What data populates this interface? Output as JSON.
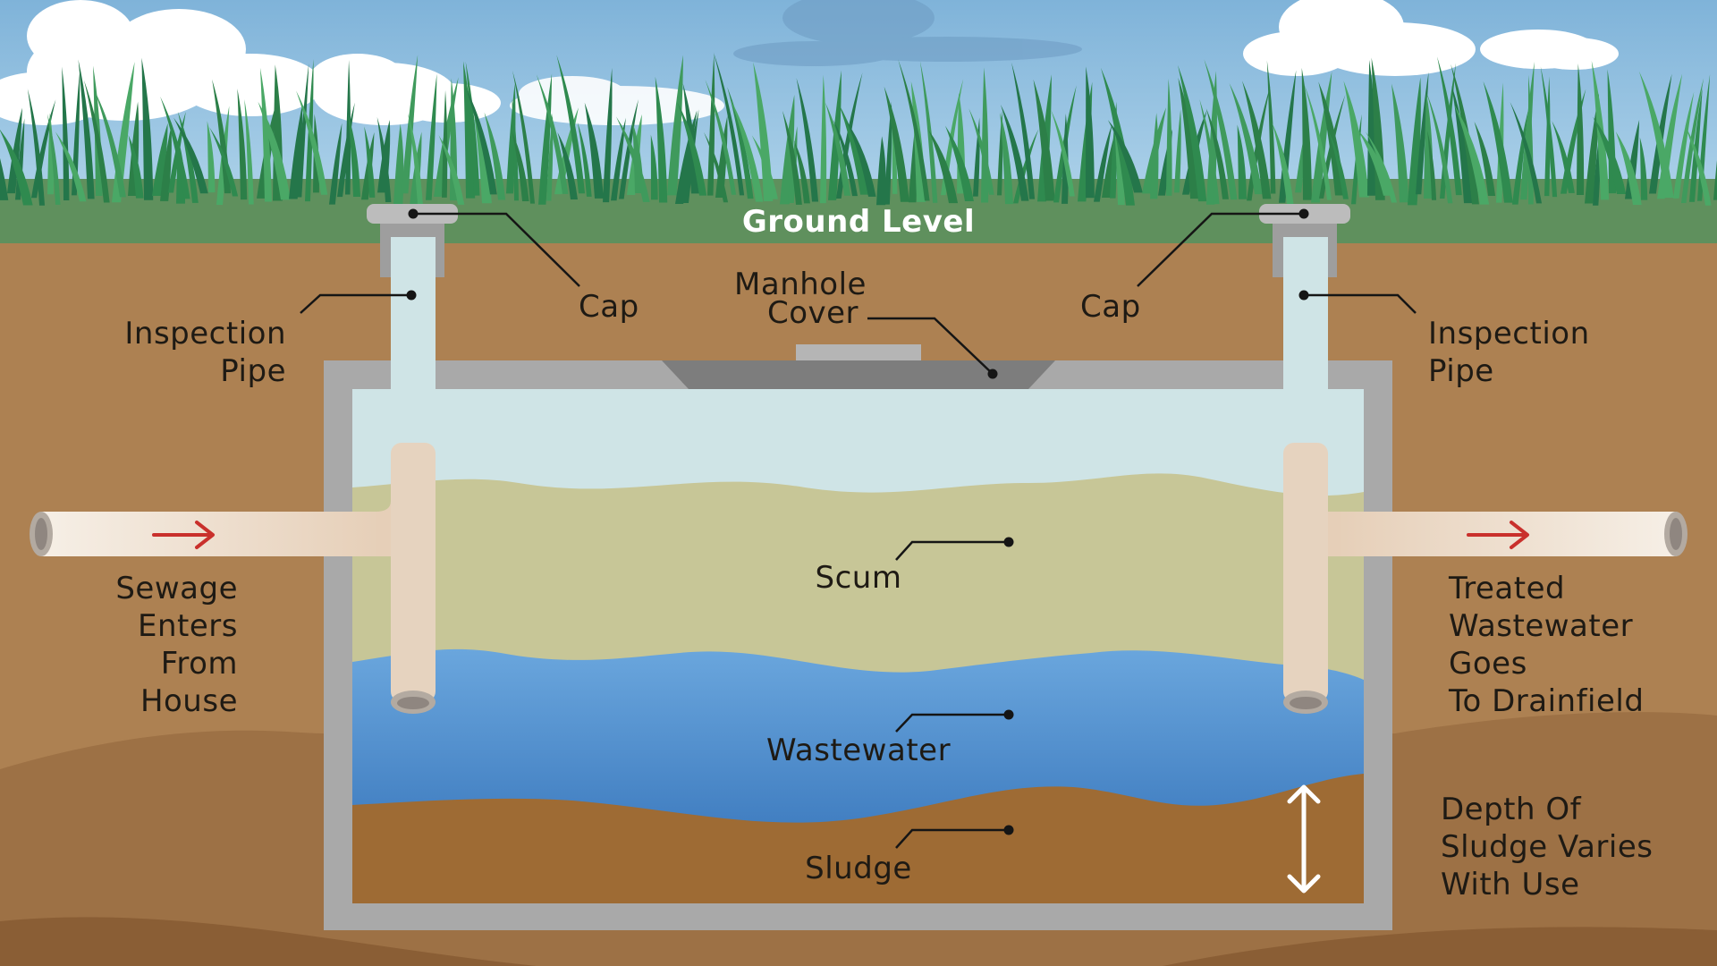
{
  "labels": {
    "ground_level": "Ground Level",
    "cap_left": "Cap",
    "cap_right": "Cap",
    "manhole_cover": [
      "Manhole",
      "Cover"
    ],
    "inspection_pipe_left": [
      "Inspection",
      "Pipe"
    ],
    "inspection_pipe_right": [
      "Inspection",
      "Pipe"
    ],
    "sewage_enters": [
      "Sewage",
      "Enters",
      "From",
      "House"
    ],
    "treated_wastewater": [
      "Treated",
      "Wastewater",
      "Goes",
      "To Drainfield"
    ],
    "scum": "Scum",
    "wastewater": "Wastewater",
    "sludge": "Sludge",
    "sludge_depth": [
      "Depth Of",
      "Sludge Varies",
      "With Use"
    ]
  },
  "icons": {
    "flow_arrow": "right-arrow-icon",
    "depth_arrow": "double-vertical-arrow-icon"
  },
  "colors": {
    "sky": "#8fc0e0",
    "cloud": "#ffffff",
    "grass": "#3f9a5c",
    "ground_band": "#5e8f5c",
    "soil": "#ad8152",
    "tank_wall": "#a9a9a9",
    "air": "#cfe4e6",
    "scum": "#c6c596",
    "wastewater": "#3f7dc3",
    "sludge": "#9e6b34",
    "pipe": "#ecd9c6",
    "arrow": "#c9302c",
    "leader": "#151515"
  }
}
